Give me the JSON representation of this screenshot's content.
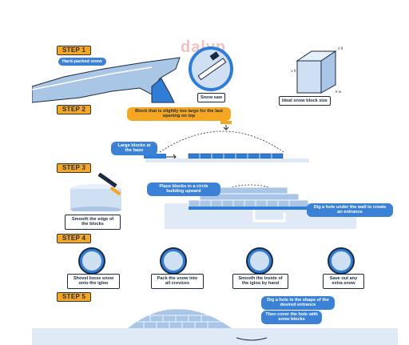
{
  "watermark": "dalyn",
  "steps": [
    "STEP 1",
    "STEP 2",
    "STEP 3",
    "STEP 4",
    "STEP 5"
  ],
  "step1": {
    "snow_label": "Hard-packed snow",
    "saw_label": "Snow saw",
    "block_label": "Ideal snow block size",
    "dim_top": "2 ft",
    "dim_side": "1 ft",
    "dim_bottom": "6 in"
  },
  "step2": {
    "top_callout": "Block that is slightly too large for the last opening on top",
    "base_label": "Large blocks at the base"
  },
  "step3": {
    "smooth_label": "Smooth the edge of the blocks",
    "circle_label": "Place blocks in a circle building upward",
    "dig_label": "Dig a hole under the wall to create an entrance"
  },
  "step4": {
    "items": [
      "Shovel loose snow onto the igloo",
      "Pack the snow into all crevices",
      "Smooth the inside of the igloo by hand",
      "Save out any extra snow"
    ]
  },
  "step5": {
    "dig_label": "Dig a hole in the shape of the desired entrance",
    "cover_label": "Then cover the hole with snow blocks"
  },
  "colors": {
    "step_badge": "#f5a623",
    "accent_blue": "#3b82d6",
    "ice_light": "#cfe0f3",
    "ice_mid": "#a9c6e6",
    "navy": "#1b2a41"
  }
}
